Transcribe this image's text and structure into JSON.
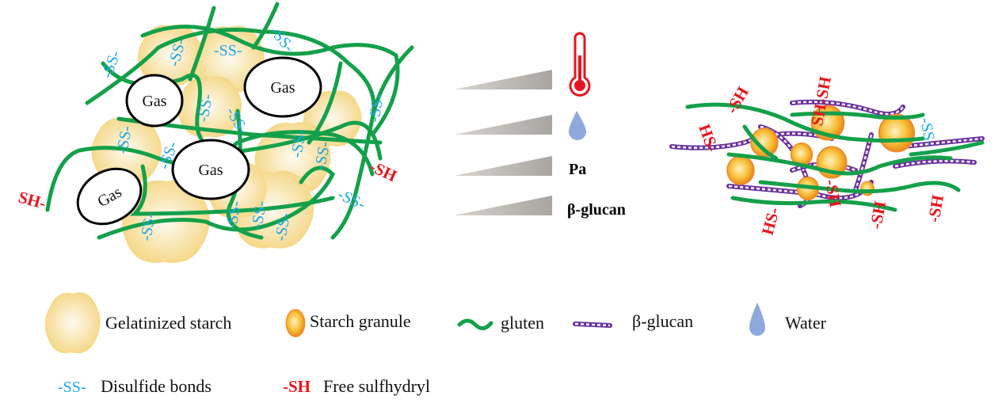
{
  "left_panel": {
    "gas_labels": [
      "Gas",
      "Gas",
      "Gas",
      "Gas"
    ],
    "ss_labels": [
      "-SS-",
      "-SS-",
      "-SS-",
      "-SS-",
      "-SS-",
      "-SS-",
      "-SS-",
      "-SS-",
      "-SS-",
      "-SS-",
      "-SS-",
      "-SS-",
      "-SS-",
      "-SS-",
      "-SS-",
      "-SS-"
    ],
    "sh_labels": [
      "SH-",
      "-SH"
    ]
  },
  "middle_panel": {
    "factors": [
      "Pa",
      "β-glucan"
    ],
    "icons": [
      "thermometer-icon",
      "water-drop-icon"
    ]
  },
  "right_panel": {
    "labels": [
      "-SH",
      "SH-SH",
      "HS-",
      "-SS-",
      "HS-",
      "-SH",
      "-SH",
      "-SH"
    ]
  },
  "legend": {
    "items": [
      "Gelatinized starch",
      "Starch granule",
      "gluten",
      "β-glucan",
      "Water"
    ],
    "bond_symbols": [
      "-SS-",
      "-SH"
    ],
    "bond_labels": [
      "Disulfide bonds",
      "Free sulfhydryl"
    ]
  },
  "colors": {
    "gluten": "#14a04a",
    "beta_glucan": "#6a2fa0",
    "disulfide": "#1aa7e8",
    "sulfhydryl": "#e8141b",
    "water": "#8fa9dc",
    "starch": "#f7dc95"
  }
}
